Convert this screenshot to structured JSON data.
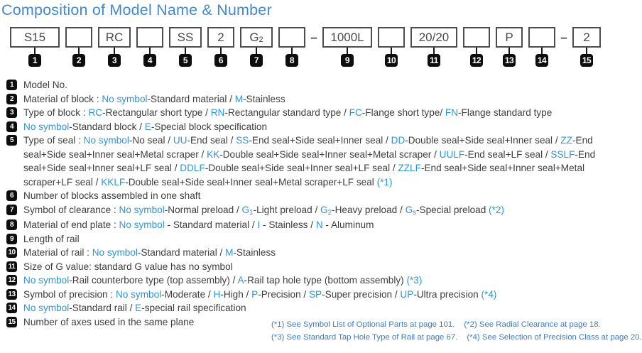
{
  "title": "Composition of Model Name & Number",
  "colors": {
    "title_blue": "#4489cc",
    "code_blue": "#2e96d8",
    "footnote_blue": "#3f7cbe",
    "body_text": "#3e3e3e",
    "badge_black": "#0d0d0d"
  },
  "diagram": {
    "units": [
      {
        "num": "1",
        "label": "S15",
        "w": 66
      },
      {
        "num": "2",
        "label": "",
        "w": 34
      },
      {
        "num": "3",
        "label": "RC",
        "w": 42
      },
      {
        "num": "4",
        "label": "",
        "w": 34
      },
      {
        "num": "5",
        "label": "SS",
        "w": 42
      },
      {
        "num": "6",
        "label": "2",
        "w": 34
      },
      {
        "num": "7",
        "label": "G",
        "sub": "2",
        "w": 42
      },
      {
        "num": "8",
        "label": "",
        "w": 34
      },
      {
        "sep": "–"
      },
      {
        "num": "9",
        "label": "1000L",
        "w": 66
      },
      {
        "num": "10",
        "label": "",
        "w": 34
      },
      {
        "num": "11",
        "label": "20/20",
        "w": 62
      },
      {
        "num": "12",
        "label": "",
        "w": 34
      },
      {
        "num": "13",
        "label": "P",
        "w": 34
      },
      {
        "num": "14",
        "label": "",
        "w": 34
      },
      {
        "sep": "–"
      },
      {
        "num": "15",
        "label": "2",
        "w": 36
      }
    ]
  },
  "legend": {
    "items": [
      {
        "num": "1",
        "segments": [
          {
            "t": "Model No."
          }
        ]
      },
      {
        "num": "2",
        "segments": [
          {
            "t": "Material of block : "
          },
          {
            "t": "No symbol",
            "c": 1
          },
          {
            "t": "-Standard material / "
          },
          {
            "t": "M",
            "c": 1
          },
          {
            "t": "-Stainless"
          }
        ]
      },
      {
        "num": "3",
        "segments": [
          {
            "t": "Type of block : "
          },
          {
            "t": "RC",
            "c": 1
          },
          {
            "t": "-Rectangular short type / "
          },
          {
            "t": "RN",
            "c": 1
          },
          {
            "t": "-Rectangular standard type / "
          },
          {
            "t": "FC",
            "c": 1
          },
          {
            "t": "-Flange short type/ "
          },
          {
            "t": "FN",
            "c": 1
          },
          {
            "t": "-Flange standard type"
          }
        ]
      },
      {
        "num": "4",
        "segments": [
          {
            "t": "No symbol",
            "c": 1
          },
          {
            "t": "-Standard block / "
          },
          {
            "t": "E",
            "c": 1
          },
          {
            "t": "-Special block specification"
          }
        ]
      },
      {
        "num": "5",
        "segments": [
          {
            "t": "Type of seal : "
          },
          {
            "t": "No symbol",
            "c": 1
          },
          {
            "t": "-No seal / "
          },
          {
            "t": "UU",
            "c": 1
          },
          {
            "t": "-End seal / "
          },
          {
            "t": "SS",
            "c": 1
          },
          {
            "t": "-End seal+Side seal+Inner seal / "
          },
          {
            "t": "DD",
            "c": 1
          },
          {
            "t": "-Double seal+Side seal+Inner seal / "
          },
          {
            "t": "ZZ",
            "c": 1
          },
          {
            "t": "-End seal+Side seal+Inner seal+Metal scraper / "
          },
          {
            "t": "KK",
            "c": 1
          },
          {
            "t": "-Double seal+Side seal+Inner seal+Metal scraper / "
          },
          {
            "t": "UULF",
            "c": 1
          },
          {
            "t": "-End seal+LF seal / "
          },
          {
            "t": "SSLF",
            "c": 1
          },
          {
            "t": "-End seal+Side seal+Inner seal+LF seal / "
          },
          {
            "t": "DDLF",
            "c": 1
          },
          {
            "t": "-Double seal+Side seal+Inner seal+LF seal / "
          },
          {
            "t": "ZZLF",
            "c": 1
          },
          {
            "t": "-End seal+Side seal+Inner seal+Metal scraper+LF seal / "
          },
          {
            "t": "KKLF",
            "c": 1
          },
          {
            "t": "-Double seal+Side seal+Inner seal+Metal scraper+LF seal "
          },
          {
            "t": "(*1)",
            "c": 1
          }
        ]
      },
      {
        "num": "6",
        "segments": [
          {
            "t": "Number of blocks assembled in one shaft"
          }
        ]
      },
      {
        "num": "7",
        "segments": [
          {
            "t": "Symbol of clearance : "
          },
          {
            "t": "No symbol",
            "c": 1
          },
          {
            "t": "-Normal preload / "
          },
          {
            "t": "G",
            "c": 1
          },
          {
            "t": "1",
            "c": 1,
            "s": 1
          },
          {
            "t": "-Light preload / "
          },
          {
            "t": "G",
            "c": 1
          },
          {
            "t": "2",
            "c": 1,
            "s": 1
          },
          {
            "t": "-Heavy preload / "
          },
          {
            "t": "G",
            "c": 1
          },
          {
            "t": "s",
            "c": 1,
            "s": 1
          },
          {
            "t": "-Special preload "
          },
          {
            "t": "(*2)",
            "c": 1
          }
        ]
      },
      {
        "num": "8",
        "segments": [
          {
            "t": "Material of end plate : "
          },
          {
            "t": "No symbol",
            "c": 1
          },
          {
            "t": " - Standard material / "
          },
          {
            "t": "I",
            "c": 1
          },
          {
            "t": " - Stainless / "
          },
          {
            "t": "N",
            "c": 1
          },
          {
            "t": " - Aluminum"
          }
        ]
      },
      {
        "num": "9",
        "segments": [
          {
            "t": "Length of rail"
          }
        ]
      },
      {
        "num": "10",
        "segments": [
          {
            "t": "Material of rail : "
          },
          {
            "t": "No symbol",
            "c": 1
          },
          {
            "t": "-Standard material / "
          },
          {
            "t": "M",
            "c": 1
          },
          {
            "t": "-Stainless"
          }
        ]
      },
      {
        "num": "11",
        "segments": [
          {
            "t": "Size of G value: standard G value has no symbol"
          }
        ]
      },
      {
        "num": "12",
        "segments": [
          {
            "t": "No symbol",
            "c": 1
          },
          {
            "t": "-Rail counterbore type (top assembly) / "
          },
          {
            "t": "A",
            "c": 1
          },
          {
            "t": "-Rail tap hole type (bottom assembly) "
          },
          {
            "t": "(*3)",
            "c": 1
          }
        ]
      },
      {
        "num": "13",
        "segments": [
          {
            "t": "Symbol of precision : "
          },
          {
            "t": "No symbol",
            "c": 1
          },
          {
            "t": "-Moderate / "
          },
          {
            "t": "H",
            "c": 1
          },
          {
            "t": "-High / "
          },
          {
            "t": "P",
            "c": 1
          },
          {
            "t": "-Precision / "
          },
          {
            "t": "SP",
            "c": 1
          },
          {
            "t": "-Super precision / "
          },
          {
            "t": "UP",
            "c": 1
          },
          {
            "t": "-Ultra precision "
          },
          {
            "t": "(*4)",
            "c": 1
          }
        ]
      },
      {
        "num": "14",
        "segments": [
          {
            "t": "No symbol",
            "c": 1
          },
          {
            "t": "-Standard rail / "
          },
          {
            "t": "E",
            "c": 1
          },
          {
            "t": "-special rail specification"
          }
        ]
      },
      {
        "num": "15",
        "segments": [
          {
            "t": "Number of axes used in the same plane"
          }
        ]
      }
    ]
  },
  "footnotes": [
    [
      "(*1) See Symbol List of Optional Parts at page 101.",
      "(*2) See Radial Clearance at page 18."
    ],
    [
      "(*3) See Standard Tap Hole Type of Rail at page 67.",
      "(*4) See Selection of Precision Class at page 20."
    ]
  ]
}
